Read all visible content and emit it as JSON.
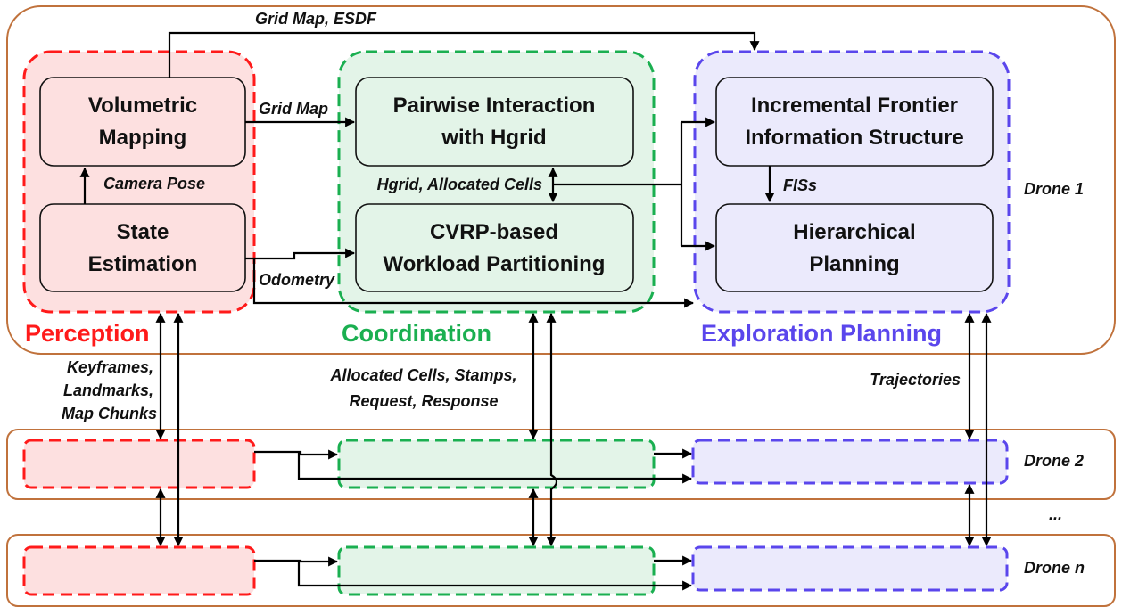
{
  "colors": {
    "outer": "#c0723c",
    "perception": "#ff1a1a",
    "perception_fill": "#fde0e0",
    "coordination": "#1aaf50",
    "coordination_fill": "#e3f4e8",
    "planning": "#5a46ec",
    "planning_fill": "#ebeafc"
  },
  "groups": {
    "perception": "Perception",
    "coordination": "Coordination",
    "planning": "Exploration Planning"
  },
  "modules": {
    "volumetric": [
      "Volumetric",
      "Mapping"
    ],
    "state": [
      "State",
      "Estimation"
    ],
    "pairwise": [
      "Pairwise Interaction",
      "with Hgrid"
    ],
    "cvrp": [
      "CVRP-based",
      "Workload Partitioning"
    ],
    "frontier": [
      "Incremental Frontier",
      "Information Structure"
    ],
    "hierarchical": [
      "Hierarchical",
      "Planning"
    ]
  },
  "edge_labels": {
    "grid_map_esdf": "Grid Map, ESDF",
    "grid_map": "Grid Map",
    "camera_pose": "Camera Pose",
    "hgrid_cells": "Hgrid, Allocated Cells",
    "fiss": "FISs",
    "odometry": "Odometry",
    "keyframes": [
      "Keyframes,",
      "Landmarks,",
      "Map Chunks"
    ],
    "allocated": [
      "Allocated Cells, Stamps,",
      "Request, Response"
    ],
    "trajectories": "Trajectories"
  },
  "drones": {
    "d1": "Drone 1",
    "d2": "Drone 2",
    "ellipsis": "...",
    "dn": "Drone n"
  }
}
